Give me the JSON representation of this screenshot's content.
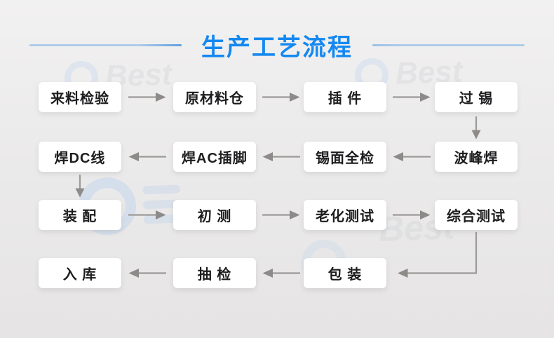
{
  "title": {
    "text": "生产工艺流程"
  },
  "watermark": {
    "text": "Best"
  },
  "colors": {
    "title_blue": "#1488f0",
    "title_line_blue": "#aecce9",
    "arrow_gray": "#9c9a98",
    "box_bg": "#ffffff",
    "box_text": "#1d1d1f",
    "bg_top": "#f2f1f1",
    "bg_bottom": "#e6e4e4"
  },
  "flow": {
    "rows": [
      {
        "direction": "right",
        "boxes": [
          {
            "label": "来料检验"
          },
          {
            "label": "原材料仓"
          },
          {
            "label": "插 件"
          },
          {
            "label": "过 锡"
          }
        ]
      },
      {
        "direction": "left",
        "boxes": [
          {
            "label": "焊DC线"
          },
          {
            "label": "焊AC插脚"
          },
          {
            "label": "锡面全检"
          },
          {
            "label": "波峰焊"
          }
        ]
      },
      {
        "direction": "right",
        "boxes": [
          {
            "label": "装 配"
          },
          {
            "label": "初 测"
          },
          {
            "label": "老化测试"
          },
          {
            "label": "综合测试"
          }
        ]
      },
      {
        "direction": "left",
        "boxes": [
          {
            "label": "入 库"
          },
          {
            "label": "抽 检"
          },
          {
            "label": "包 装"
          }
        ]
      }
    ]
  }
}
